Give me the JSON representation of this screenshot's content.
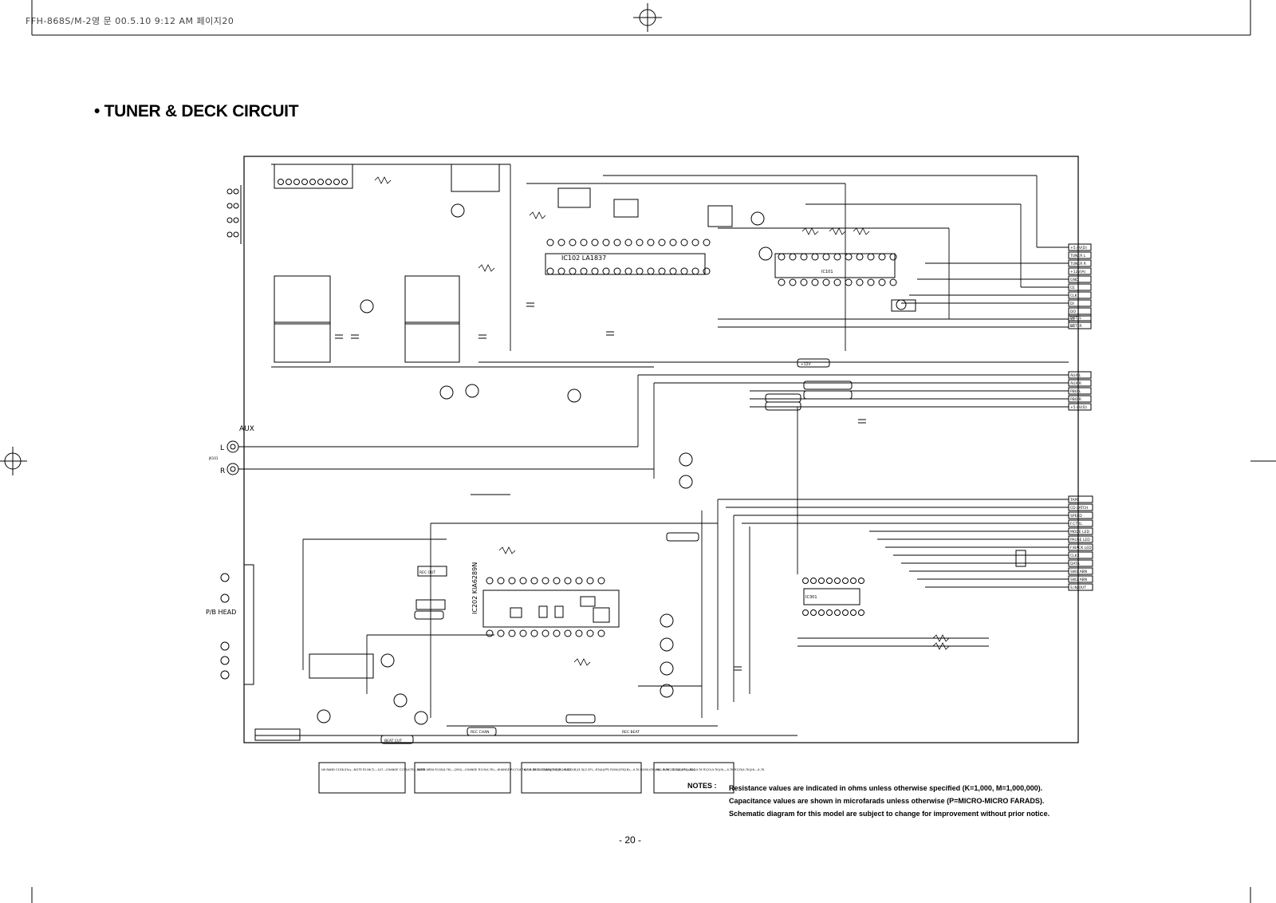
{
  "header": {
    "file_label": "FFH-868S/M-2영 문  00.5.10 9:12 AM 페이지20"
  },
  "title": "• TUNER & DECK CIRCUIT",
  "schematic": {
    "aux_label": "AUX",
    "aux_left": "L",
    "aux_right": "R",
    "aux_jack": "JK101",
    "pb_head": "P/B HEAD",
    "ic_tuner": "IC102   LA1837",
    "ic_deck": "IC202  KIA6289N",
    "ic_tuner2": "IC101",
    "ic_deck2": "IC301",
    "signals_right_top": [
      "+5.0V(D)",
      "TUNER L",
      "TUNER R",
      "+12V(A)",
      "GND",
      "CE",
      "CLK",
      "DI",
      "DO",
      "ST",
      "ST"
    ],
    "signals_right_mid": [
      "DET. L",
      "DET. R"
    ],
    "signals_right_low": [
      "AUX L",
      "AUX R",
      "PBO L",
      "PBO R",
      "+5.0V(D)"
    ],
    "signals_right_deck": [
      "TAPE",
      "CD LATCH",
      "SPEED",
      "F.CTRL",
      "MODE LED",
      "PAUSE LED",
      "F/BACK LED",
      "CLK2",
      "DATA",
      "SW1 ABN",
      "SW2 ABN",
      "S.IN/OUT"
    ],
    "bus_12v": "+12V",
    "rec_out": "REC OUT",
    "beat_cut": "BEAT CUT",
    "rec_beat": "REC BEAT",
    "rec_chan": "REC CHAN"
  },
  "legend_boxes": [
    "LW BAND  C103(47p)---NOTE  R116(7)---147---CHANGE  C173(47P)---NOTE",
    "BAND AREA  R118(4.7K)---(200)---CHANGE  R119(4.7K)---KHANGE  R117(4.7K)---4.7K  C137(4P)(7000P)---ADD",
    "A/P/R DECK  C20(A)(3.3)(2.2P)  C25(B)(3.3)(2.2P)---R3(A)(PP)  R204(47K)(N)---4.7K  R205(47K)(N)---4.7K  C225(2.2P)---ADD",
    "MIC FUNC.  R116(4.7K)(H)---4.7K  R121(4.7K)(H)---4.7K  R123(4.7K)(H)---4.7K"
  ],
  "notes": {
    "label": "NOTES :",
    "lines": [
      "Resistance values are indicated in ohms unless otherwise specified (K=1,000, M=1,000,000).",
      "Capacitance values are shown in microfarads unless otherwise (P=MICRO-MICRO FARADS).",
      "Schematic diagram for this model are subject to change for improvement without prior notice."
    ]
  },
  "page_number": "- 20 -",
  "colors": {
    "ink": "#000000",
    "paper": "#ffffff"
  }
}
